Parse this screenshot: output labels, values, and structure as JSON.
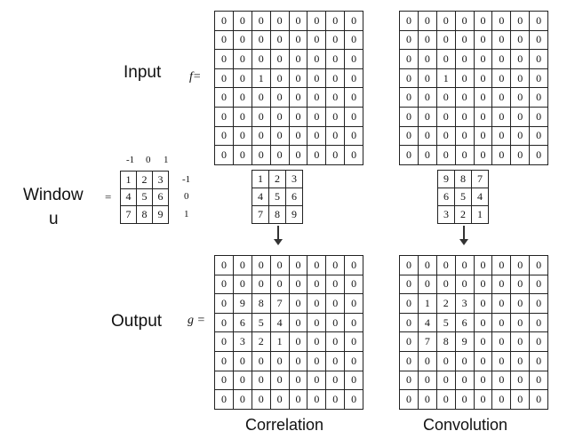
{
  "labels": {
    "input": "Input",
    "f_eq": "f=",
    "window_line1": "Window",
    "window_line2": "u",
    "equals": "=",
    "output": "Output",
    "g_eq": "g =",
    "correlation": "Correlation",
    "convolution": "Convolution"
  },
  "kernel_axis": {
    "cols": [
      "-1",
      "0",
      "1"
    ],
    "rows": [
      "-1",
      "0",
      "1"
    ]
  },
  "kernel": [
    [
      1,
      2,
      3
    ],
    [
      4,
      5,
      6
    ],
    [
      7,
      8,
      9
    ]
  ],
  "input_grid": [
    [
      0,
      0,
      0,
      0,
      0,
      0,
      0,
      0
    ],
    [
      0,
      0,
      0,
      0,
      0,
      0,
      0,
      0
    ],
    [
      0,
      0,
      0,
      0,
      0,
      0,
      0,
      0
    ],
    [
      0,
      0,
      1,
      0,
      0,
      0,
      0,
      0
    ],
    [
      0,
      0,
      0,
      0,
      0,
      0,
      0,
      0
    ],
    [
      0,
      0,
      0,
      0,
      0,
      0,
      0,
      0
    ],
    [
      0,
      0,
      0,
      0,
      0,
      0,
      0,
      0
    ],
    [
      0,
      0,
      0,
      0,
      0,
      0,
      0,
      0
    ]
  ],
  "correlation_window": [
    [
      1,
      2,
      3
    ],
    [
      4,
      5,
      6
    ],
    [
      7,
      8,
      9
    ]
  ],
  "convolution_window": [
    [
      9,
      8,
      7
    ],
    [
      6,
      5,
      4
    ],
    [
      3,
      2,
      1
    ]
  ],
  "correlation_output": [
    [
      0,
      0,
      0,
      0,
      0,
      0,
      0,
      0
    ],
    [
      0,
      0,
      0,
      0,
      0,
      0,
      0,
      0
    ],
    [
      0,
      9,
      8,
      7,
      0,
      0,
      0,
      0
    ],
    [
      0,
      6,
      5,
      4,
      0,
      0,
      0,
      0
    ],
    [
      0,
      3,
      2,
      1,
      0,
      0,
      0,
      0
    ],
    [
      0,
      0,
      0,
      0,
      0,
      0,
      0,
      0
    ],
    [
      0,
      0,
      0,
      0,
      0,
      0,
      0,
      0
    ],
    [
      0,
      0,
      0,
      0,
      0,
      0,
      0,
      0
    ]
  ],
  "convolution_output": [
    [
      0,
      0,
      0,
      0,
      0,
      0,
      0,
      0
    ],
    [
      0,
      0,
      0,
      0,
      0,
      0,
      0,
      0
    ],
    [
      0,
      1,
      2,
      3,
      0,
      0,
      0,
      0
    ],
    [
      0,
      4,
      5,
      6,
      0,
      0,
      0,
      0
    ],
    [
      0,
      7,
      8,
      9,
      0,
      0,
      0,
      0
    ],
    [
      0,
      0,
      0,
      0,
      0,
      0,
      0,
      0
    ],
    [
      0,
      0,
      0,
      0,
      0,
      0,
      0,
      0
    ],
    [
      0,
      0,
      0,
      0,
      0,
      0,
      0,
      0
    ]
  ]
}
